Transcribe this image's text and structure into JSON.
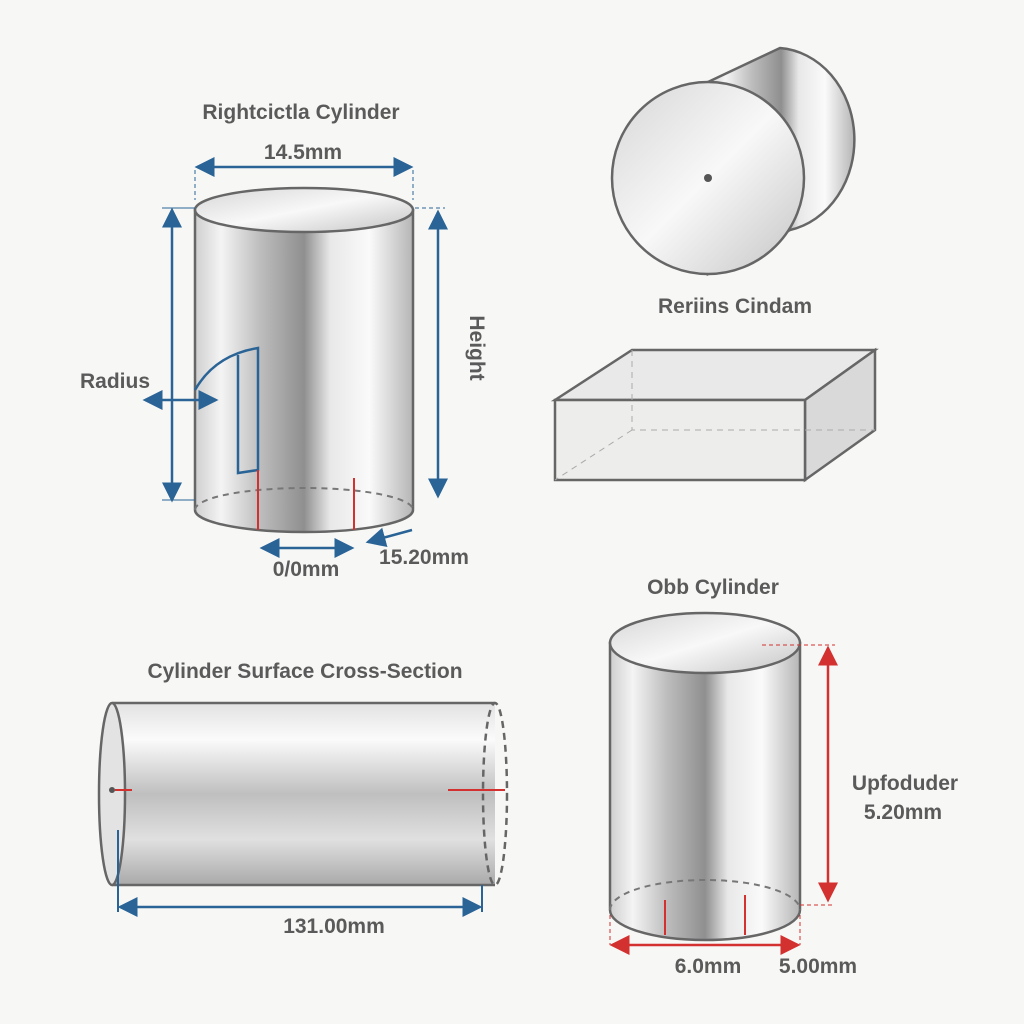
{
  "right_cylinder": {
    "title": "Rightcictla Cylinder",
    "width": "14.5mm",
    "radius": "Radius",
    "height": "Height",
    "dim_bottom_left": "0/0mm",
    "dim_bottom_right": "15.20mm"
  },
  "disk": {
    "label": "Reriins Cindam"
  },
  "obb_cylinder": {
    "title": "Obb Cylinder",
    "side_label": "Upfoduder",
    "side_value": "5.20mm",
    "dim_left": "6.0mm",
    "dim_right": "5.00mm"
  },
  "cross_section": {
    "title": "Cylinder Surface Cross-Section",
    "length": "131.00mm"
  },
  "colors": {
    "blue": "#2a6496",
    "red": "#d33030",
    "outline": "#666666"
  }
}
